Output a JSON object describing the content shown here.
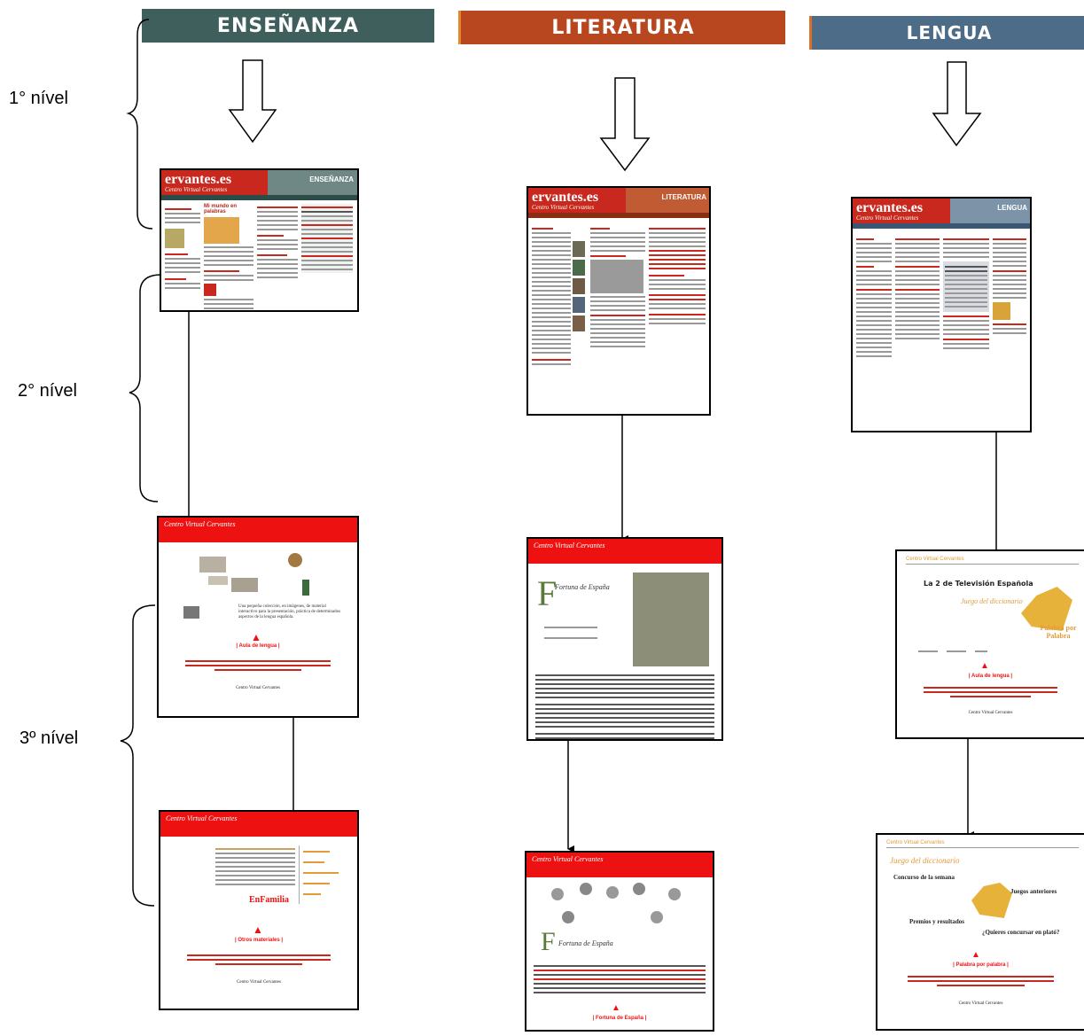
{
  "headers": {
    "ensenanza": "ENSEÑANZA",
    "literatura": "LITERATURA",
    "lengua": "LENGUA"
  },
  "levels": {
    "first": "1° nível",
    "second": "2° nível",
    "third": "3º nível"
  },
  "thumbnails": {
    "ens_home": {
      "logo": "ervantes.es",
      "sub": "Centro Virtual Cervantes",
      "banner": "ENSEÑANZA",
      "heading": "Mi mundo en palabras"
    },
    "lit_home": {
      "logo": "ervantes.es",
      "sub": "Centro Virtual Cervantes",
      "banner": "LITERATURA"
    },
    "len_home": {
      "logo": "ervantes.es",
      "sub": "Centro Virtual Cervantes",
      "banner": "LENGUA"
    },
    "ens_sub1": {
      "bar": "Centro Virtual Cervantes",
      "caption": "Una pequeña colección, en imágenes, de material interactivo para la presentación, práctica de determinados aspectos de la lengua española.",
      "link": "| Aula de lengua |",
      "footer": "Centro Virtual Cervantes"
    },
    "ens_sub2": {
      "bar": "Centro Virtual Cervantes",
      "word": "EnFamilia",
      "link": "| Otros materiales |",
      "footer": "Centro Virtual Cervantes"
    },
    "lit_sub1": {
      "bar": "Centro Virtual Cervantes",
      "title": "Fortuna de España",
      "footer": ""
    },
    "lit_sub2": {
      "bar": "Centro Virtual Cervantes",
      "title": "Fortuna de España",
      "link": "| Fortuna de España |"
    },
    "len_sub1": {
      "bar": "Centro Virtual Cervantes",
      "tv": "La 2 de Televisión Española",
      "game": "Juego del diccionario",
      "word": "Palabra por Palabra",
      "link": "| Aula de lengua |",
      "footer": "Centro Virtual Cervantes"
    },
    "len_sub2": {
      "bar": "Centro Virtual Cervantes",
      "game": "Juego del diccionario",
      "contest": "Concurso de la semana",
      "prev": "Juegos anteriores",
      "prizes": "Premios y resultados",
      "plate": "¿Quieres concursar en plató?",
      "link": "| Palabra por palabra |",
      "footer": "Centro Virtual Cervantes"
    }
  },
  "colors": {
    "ensenanza": "#3f5f5c",
    "literatura": "#b8461f",
    "lengua": "#4d6c88",
    "cvc_red": "#ee1111"
  }
}
